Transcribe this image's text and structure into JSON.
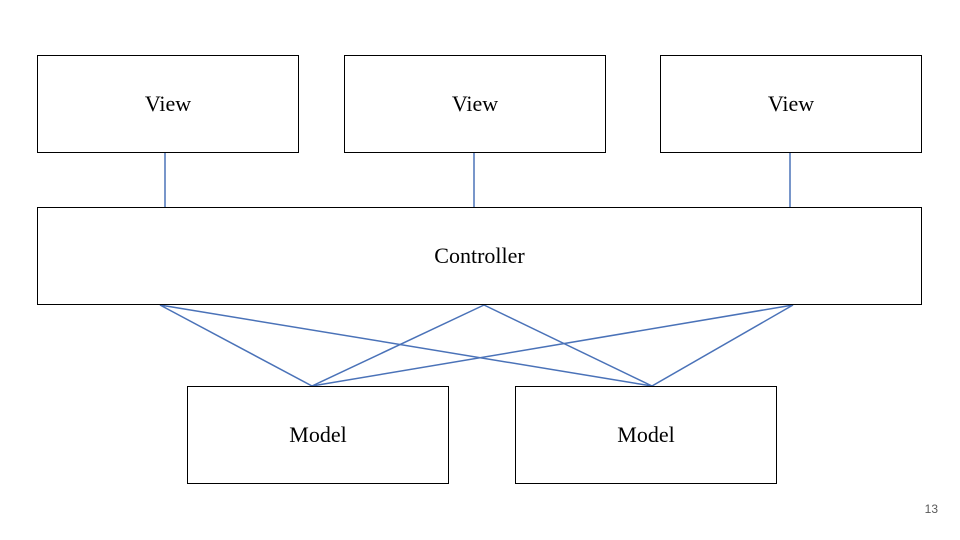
{
  "diagram": {
    "views": [
      {
        "label": "View"
      },
      {
        "label": "View"
      },
      {
        "label": "View"
      }
    ],
    "controller": {
      "label": "Controller"
    },
    "models": [
      {
        "label": "Model"
      },
      {
        "label": "Model"
      }
    ],
    "edges": [
      {
        "from": "view-1",
        "to": "controller"
      },
      {
        "from": "view-2",
        "to": "controller"
      },
      {
        "from": "view-3",
        "to": "controller"
      },
      {
        "from": "controller",
        "to": "model-1"
      },
      {
        "from": "controller",
        "to": "model-2"
      }
    ],
    "connector_color": "#4a72b8"
  },
  "slide": {
    "number": "13"
  }
}
